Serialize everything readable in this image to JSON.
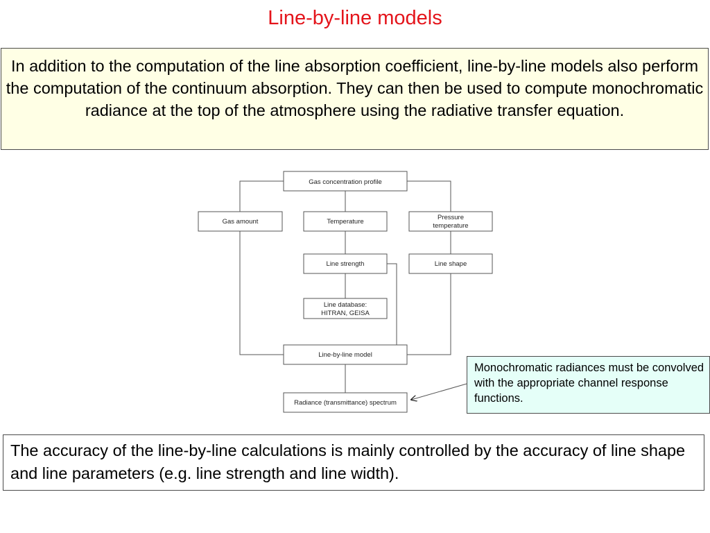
{
  "title": "Line-by-line models",
  "intro": "In addition to the computation of the line absorption coefficient, line-by-line models also perform the computation of the continuum absorption. They can then be used to compute monochromatic radiance at the top of the atmosphere using the radiative transfer equation.",
  "diagram": {
    "nodes": {
      "gas_profile": "Gas concentration profile",
      "gas_amount": "Gas amount",
      "temperature": "Temperature",
      "pressure_line1": "Pressure",
      "pressure_line2": "temperature",
      "line_strength": "Line strength",
      "line_shape": "Line shape",
      "line_db_line1": "Line database:",
      "line_db_line2": "HITRAN, GEISA",
      "lbl_model": "Line-by-line model",
      "radiance": "Radiance (transmittance) spectrum"
    }
  },
  "note": "Monochromatic radiances must be convolved with the appropriate channel response functions.",
  "footer": "The accuracy of the line-by-line calculations is mainly controlled by the accuracy of line shape and line parameters (e.g. line strength and line width)."
}
